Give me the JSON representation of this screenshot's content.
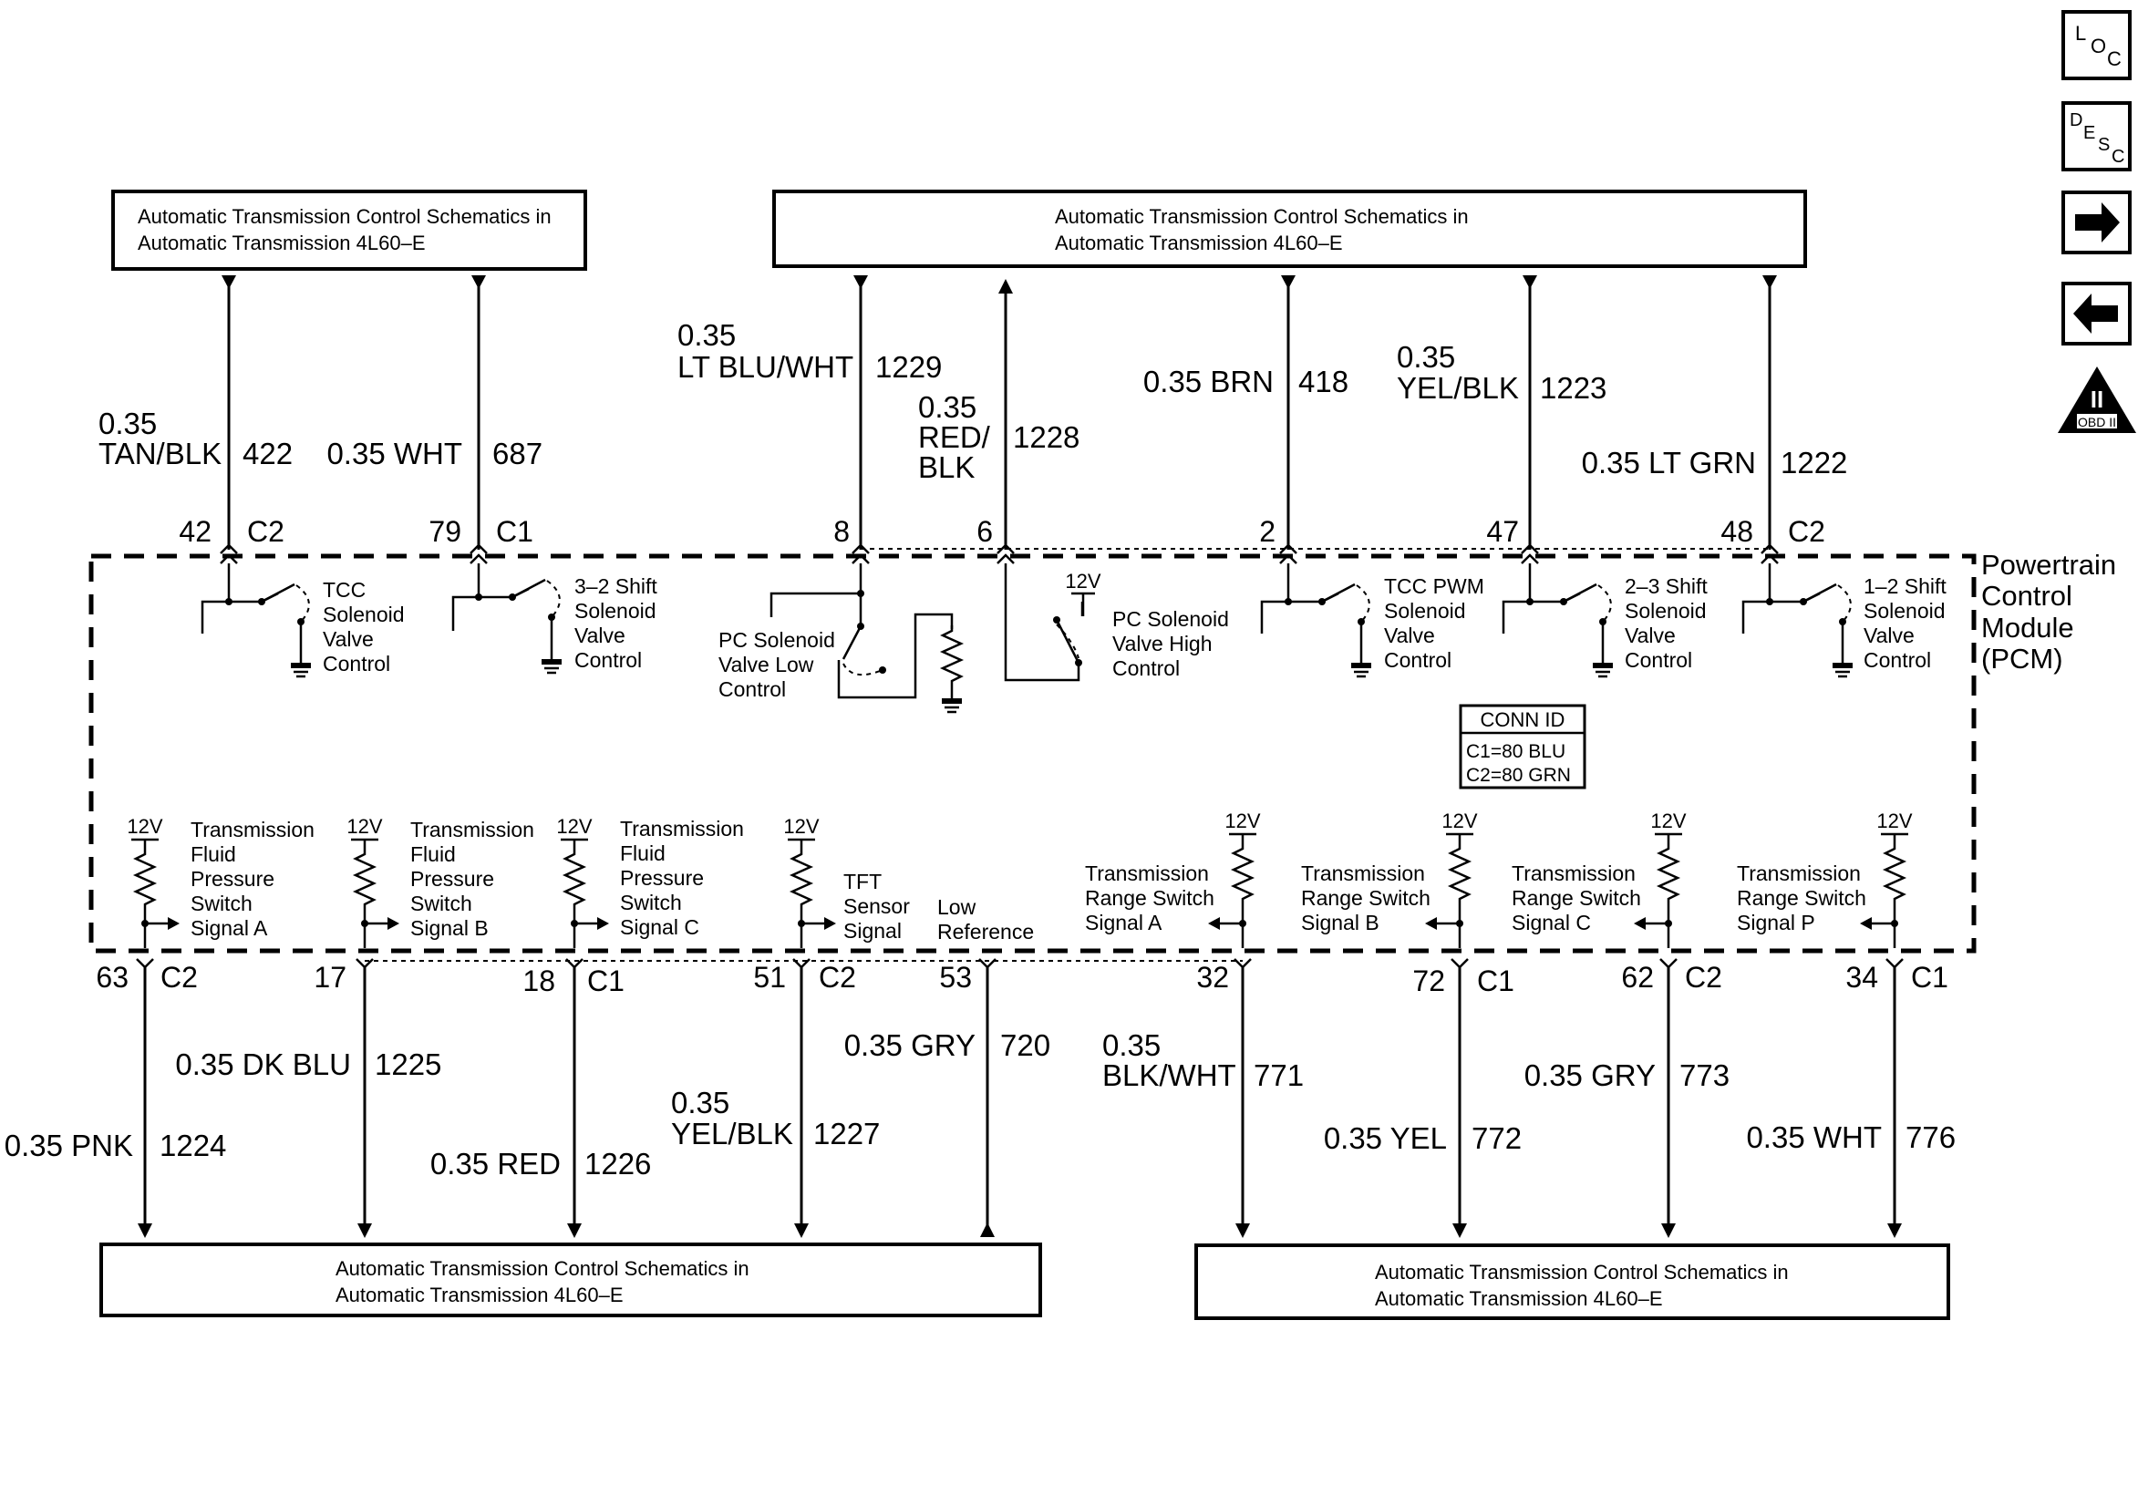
{
  "nav": {
    "loc": {
      "l": "L",
      "o": "O",
      "c": "C"
    },
    "desc": {
      "d": "D",
      "e": "E",
      "s": "S",
      "c": "C"
    },
    "obd": {
      "numeral": "II",
      "label": "OBD II"
    }
  },
  "boxes": {
    "top_left": [
      "Automatic Transmission Control Schematics in",
      "Automatic Transmission 4L60–E"
    ],
    "top_right": [
      "Automatic Transmission Control Schematics in",
      "Automatic Transmission 4L60–E"
    ],
    "bottom_left": [
      "Automatic Transmission Control Schematics in",
      "Automatic Transmission 4L60–E"
    ],
    "bottom_right": [
      "Automatic Transmission Control Schematics in",
      "Automatic Transmission 4L60–E"
    ]
  },
  "pcm": {
    "label": [
      "Powertrain",
      "Control",
      "Module",
      "(PCM)"
    ],
    "conn_id": {
      "title": "CONN ID",
      "c1": "C1=80 BLU",
      "c2": "C2=80 GRN"
    }
  },
  "top_wires": [
    {
      "id": "tcc",
      "gauge": "0.35",
      "color": "TAN/BLK",
      "circuit": "422",
      "pin": "42",
      "conn": "C2"
    },
    {
      "id": "s32",
      "gauge": "0.35 WHT",
      "circuit": "687",
      "pin": "79",
      "conn": "C1"
    },
    {
      "id": "pclow",
      "gauge": "0.35",
      "color": "LT BLU/WHT",
      "circuit": "1229",
      "pin": "8"
    },
    {
      "id": "pchigh",
      "gauge": "0.35",
      "color": "RED/",
      "color2": "BLK",
      "circuit": "1228",
      "pin": "6"
    },
    {
      "id": "tccpwm",
      "gauge": "0.35 BRN",
      "circuit": "418",
      "pin": "2"
    },
    {
      "id": "s23",
      "gauge": "0.35",
      "color": "YEL/BLK",
      "circuit": "1223",
      "pin": "47"
    },
    {
      "id": "s12",
      "gauge": "0.35 LT GRN",
      "circuit": "1222",
      "pin": "48",
      "conn": "C2"
    }
  ],
  "solenoids": {
    "tcc": [
      "TCC",
      "Solenoid",
      "Valve",
      "Control"
    ],
    "s32": [
      "3–2 Shift",
      "Solenoid",
      "Valve",
      "Control"
    ],
    "pclow": [
      "PC Solenoid",
      "Valve Low",
      "Control"
    ],
    "pchigh": [
      "PC Solenoid",
      "Valve High",
      "Control"
    ],
    "pchigh_v": "12V",
    "tccpwm": [
      "TCC PWM",
      "Solenoid",
      "Valve",
      "Control"
    ],
    "s23": [
      "2–3 Shift",
      "Solenoid",
      "Valve",
      "Control"
    ],
    "s12": [
      "1–2 Shift",
      "Solenoid",
      "Valve",
      "Control"
    ]
  },
  "switches": [
    {
      "id": "tfpa",
      "v": "12V",
      "label": [
        "Transmission",
        "Fluid",
        "Pressure",
        "Switch",
        "Signal A"
      ]
    },
    {
      "id": "tfpb",
      "v": "12V",
      "label": [
        "Transmission",
        "Fluid",
        "Pressure",
        "Switch",
        "Signal B"
      ]
    },
    {
      "id": "tfpc",
      "v": "12V",
      "label": [
        "Transmission",
        "Fluid",
        "Pressure",
        "Switch",
        "Signal C"
      ]
    },
    {
      "id": "tft",
      "v": "12V",
      "label": [
        "TFT",
        "Sensor",
        "Signal"
      ]
    },
    {
      "id": "lowref",
      "label": [
        "Low",
        "Reference"
      ]
    },
    {
      "id": "trsa",
      "v": "12V",
      "label": [
        "Transmission",
        "Range Switch",
        "Signal A"
      ]
    },
    {
      "id": "trsb",
      "v": "12V",
      "label": [
        "Transmission",
        "Range Switch",
        "Signal B"
      ]
    },
    {
      "id": "trsc",
      "v": "12V",
      "label": [
        "Transmission",
        "Range Switch",
        "Signal C"
      ]
    },
    {
      "id": "trsp",
      "v": "12V",
      "label": [
        "Transmission",
        "Range Switch",
        "Signal P"
      ]
    }
  ],
  "bottom_wires": [
    {
      "id": "tfpa",
      "pin": "63",
      "conn": "C2",
      "gauge": "0.35 PNK",
      "circuit": "1224"
    },
    {
      "id": "tfpb",
      "pin": "17",
      "gauge": "0.35 DK BLU",
      "circuit": "1225"
    },
    {
      "id": "tfpc",
      "pin": "18",
      "conn": "C1",
      "gauge": "0.35 RED",
      "circuit": "1226"
    },
    {
      "id": "tft",
      "pin": "51",
      "conn": "C2",
      "gauge": "0.35",
      "color": "YEL/BLK",
      "circuit": "1227"
    },
    {
      "id": "lowref",
      "pin": "53",
      "gauge": "0.35 GRY",
      "circuit": "720"
    },
    {
      "id": "trsa",
      "pin": "32",
      "gauge": "0.35",
      "color": "BLK/WHT",
      "circuit": "771"
    },
    {
      "id": "trsb",
      "pin": "72",
      "conn": "C1",
      "gauge": "0.35 YEL",
      "circuit": "772"
    },
    {
      "id": "trsc",
      "pin": "62",
      "conn": "C2",
      "gauge": "0.35 GRY",
      "circuit": "773"
    },
    {
      "id": "trsp",
      "pin": "34",
      "conn": "C1",
      "gauge": "0.35 WHT",
      "circuit": "776"
    }
  ]
}
